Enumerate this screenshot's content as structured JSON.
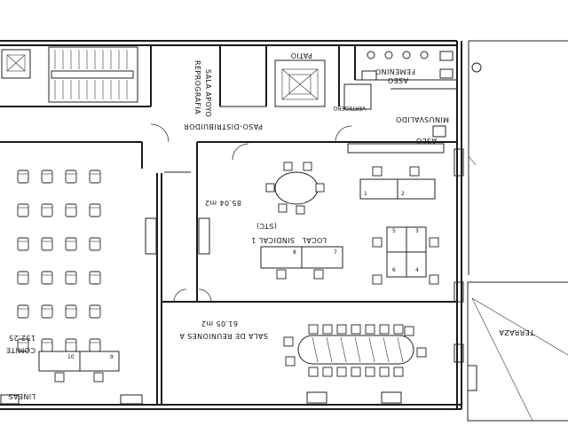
{
  "rooms": {
    "patio": "PATIO",
    "sala_apoyo_reprografia": [
      "SALA APOYO",
      "REPROGRAFIA"
    ],
    "aseo_femenino": [
      "ASEO",
      "FEMENINO"
    ],
    "aseo_minusvalido": [
      "ASEO",
      "MINUSVALIDO"
    ],
    "vertedero": "VERTEDERO",
    "paso_distribuidor": "PASO-DISTRIBUIDOR",
    "local_sindical": [
      "LOCAL",
      "SINDICAL 1",
      "(STC)"
    ],
    "local_sindical_area": "85.04 m2",
    "sala_reuniones": [
      "SALA DE REUNIONES A"
    ],
    "sala_reuniones_area": "61.05 m2",
    "comite": "COMITE",
    "comite_area": "152.25",
    "lineas": "LINEAS",
    "terraza": "TERRAZA"
  },
  "desk_numbers": {
    "d1": "1",
    "d2": "2",
    "d3": "3",
    "d4": "4",
    "d5": "5",
    "d6": "6",
    "d7": "7",
    "d8": "8",
    "d9": "9",
    "d10": "10"
  }
}
